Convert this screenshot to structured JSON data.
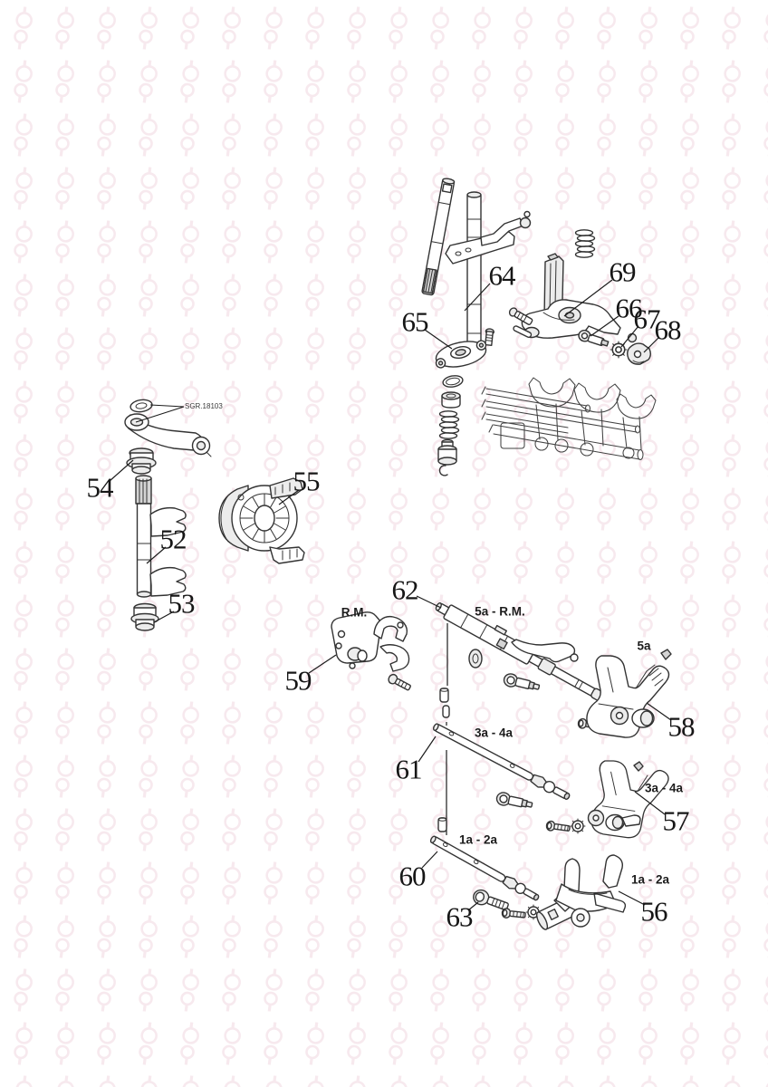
{
  "colors": {
    "background": "#ffffff",
    "line_art": "#333333",
    "watermark_pink": "#f2dce4",
    "label_text": "#161616"
  },
  "note": {
    "text": "SGR.18103"
  },
  "callouts": [
    {
      "label": "52"
    },
    {
      "label": "53"
    },
    {
      "label": "54"
    },
    {
      "label": "55"
    },
    {
      "label": "56"
    },
    {
      "label": "57"
    },
    {
      "label": "58"
    },
    {
      "label": "59"
    },
    {
      "label": "60"
    },
    {
      "label": "61"
    },
    {
      "label": "62"
    },
    {
      "label": "63"
    },
    {
      "label": "64"
    },
    {
      "label": "65"
    },
    {
      "label": "66"
    },
    {
      "label": "67"
    },
    {
      "label": "68"
    },
    {
      "label": "69"
    }
  ],
  "part_labels": [
    {
      "text": "R.M."
    },
    {
      "text": "5a - R.M."
    },
    {
      "text": "5a"
    },
    {
      "text": "3a - 4a"
    },
    {
      "text": "3a - 4a"
    },
    {
      "text": "1a - 2a"
    },
    {
      "text": "1a - 2a"
    }
  ]
}
